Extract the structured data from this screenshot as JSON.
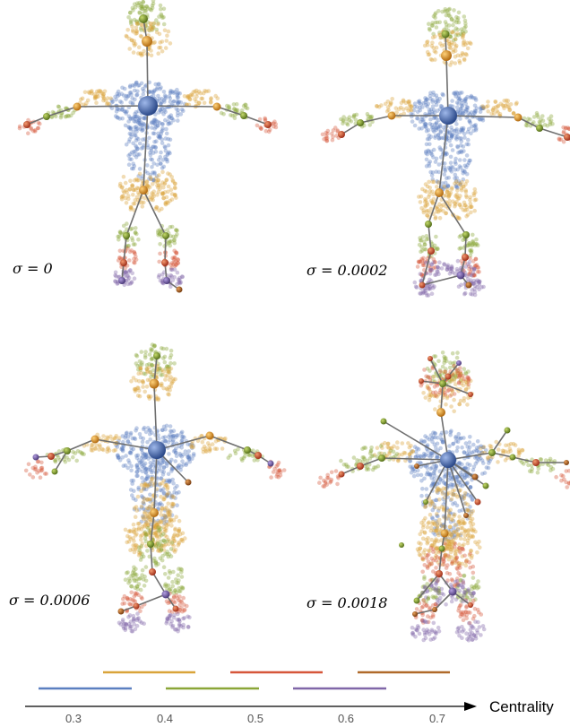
{
  "panels": [
    {
      "id": "p1",
      "label": "σ = 0"
    },
    {
      "id": "p2",
      "label": "σ = 0.0002"
    },
    {
      "id": "p3",
      "label": "σ = 0.0006"
    },
    {
      "id": "p4",
      "label": "σ = 0.0018"
    }
  ],
  "colors": {
    "blue": "#5b7fc0",
    "gold": "#d9a43a",
    "green": "#8aa638",
    "red": "#d6563a",
    "purple": "#8067a8",
    "brown": "#b06a2a",
    "edge": "#6f6f6f"
  },
  "legend": {
    "row_top": [
      "gold",
      "red",
      "brown"
    ],
    "row_bottom": [
      "blue",
      "green",
      "purple"
    ]
  },
  "axis": {
    "label": "Centrality",
    "ticks": [
      "0.3",
      "0.4",
      "0.5",
      "0.6",
      "0.7"
    ]
  }
}
